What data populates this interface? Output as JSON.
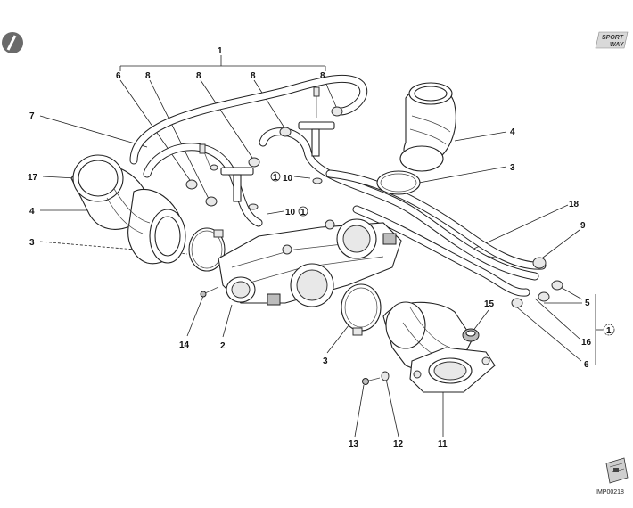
{
  "logo": {
    "line1": "SPORT",
    "line2": "WAY"
  },
  "drawing_code": "IMP00218",
  "callouts": [
    {
      "id": "c1",
      "label": "1"
    },
    {
      "id": "c2",
      "label": "2"
    },
    {
      "id": "c3a",
      "label": "3"
    },
    {
      "id": "c3b",
      "label": "3"
    },
    {
      "id": "c3c",
      "label": "3"
    },
    {
      "id": "c4a",
      "label": "4"
    },
    {
      "id": "c4b",
      "label": "4"
    },
    {
      "id": "c5",
      "label": "5"
    },
    {
      "id": "c6a",
      "label": "6"
    },
    {
      "id": "c6b",
      "label": "6"
    },
    {
      "id": "c7",
      "label": "7"
    },
    {
      "id": "c8a",
      "label": "8"
    },
    {
      "id": "c8b",
      "label": "8"
    },
    {
      "id": "c8c",
      "label": "8"
    },
    {
      "id": "c8d",
      "label": "8"
    },
    {
      "id": "c9",
      "label": "9"
    },
    {
      "id": "c10a",
      "label": "10"
    },
    {
      "id": "c10b",
      "label": "10"
    },
    {
      "id": "c11",
      "label": "11"
    },
    {
      "id": "c12",
      "label": "12"
    },
    {
      "id": "c13",
      "label": "13"
    },
    {
      "id": "c14",
      "label": "14"
    },
    {
      "id": "c15",
      "label": "15"
    },
    {
      "id": "c16",
      "label": "16"
    },
    {
      "id": "c17",
      "label": "17"
    },
    {
      "id": "c18",
      "label": "18"
    }
  ],
  "circled_markers": [
    {
      "id": "m1",
      "label": "1"
    },
    {
      "id": "m2",
      "label": "1"
    },
    {
      "id": "m3",
      "label": "1"
    }
  ],
  "icons": [
    "motorcycle-manual-icon",
    "book-icon"
  ]
}
